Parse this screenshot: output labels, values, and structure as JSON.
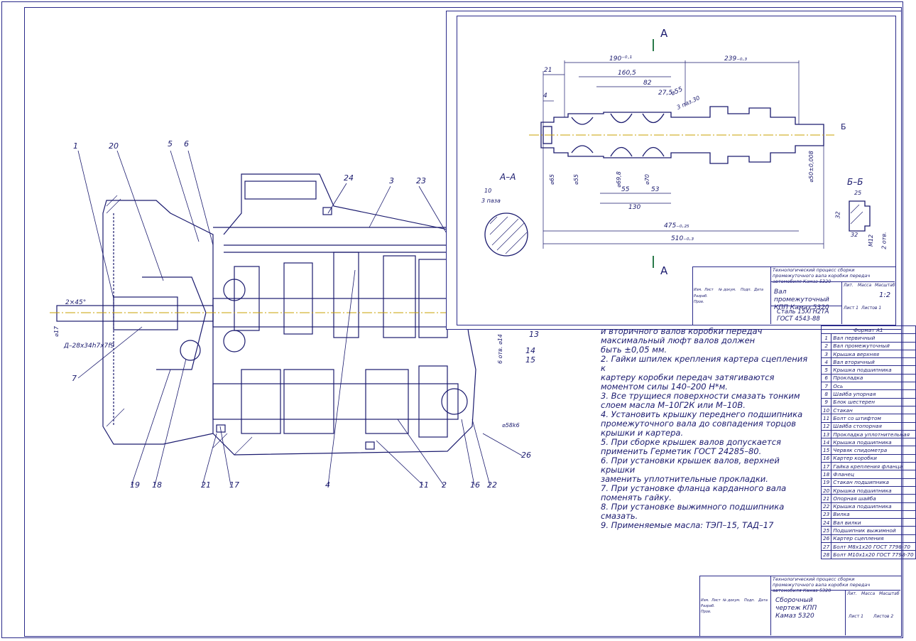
{
  "detail_sheet": {
    "section_a_label": "А",
    "section_a_title": "А–А",
    "section_b_title": "Б–Б",
    "section_b_label": "Б",
    "dims": {
      "d190": "190⁻⁰·¹",
      "d239": "239₋₀.₃",
      "d160": "160,5",
      "d82": "82",
      "d21": "21",
      "d4": "4",
      "d275": "27,5",
      "d55": "⌀55",
      "d3paz": "3 паз.30",
      "d55b": "55",
      "d53": "53",
      "d130": "130",
      "d475": "475₋₀.₂₅",
      "d510": "510₋₀.₃",
      "dia65": "⌀65",
      "dia55": "⌀55",
      "dia69": "⌀69,8",
      "dia70": "⌀70",
      "dia50": "⌀50±0,008",
      "dia10": "10",
      "d3paza": "3 паза",
      "d25": "25",
      "d32": "32",
      "d32b": "32",
      "m12": "М12",
      "d2otv": "2 отв."
    },
    "title_block": {
      "process_text": "Технологический процесс сборки промежуточного вала коробки передач автомобиля Камаз 5320",
      "part_name": "Вал промежуточный КПП Камаз 5320",
      "material": "Сталь 15ХГН2ТА ГОСТ 4543-88",
      "mass_label": "Масса",
      "scale_label": "Масштаб",
      "lit_label": "Лит.",
      "scale_value": "1:2",
      "sheet_label": "Лист 1",
      "sheets_label": "Листов 1",
      "izm": "Изм.",
      "list": "Лист",
      "ndok": "№ докум.",
      "podp": "Подп.",
      "data": "Дата",
      "razrab": "Разраб.",
      "prov": "Пров."
    }
  },
  "assembly": {
    "callouts": [
      "1",
      "20",
      "5",
      "6",
      "24",
      "3",
      "23",
      "7",
      "19",
      "18",
      "21",
      "17",
      "4",
      "11",
      "2",
      "16",
      "22",
      "26",
      "14",
      "15",
      "13"
    ],
    "dims": {
      "chamfer": "2×45°",
      "dia17": "⌀17",
      "spline": "Д–28х34h7х7f9",
      "dia58": "⌀58k6",
      "holes": "6 отв. ⌀14"
    }
  },
  "notes": [
    "и вторичного валов коробки передач",
    "  максимальный люфт валов должен",
    "  быть ±0,05 мм.",
    "2. Гайки шпилек крепления  картера сцепления к",
    "  картеру коробки передач затягиваются",
    "моментом силы 140–200 Н*м.",
    "3. Все трущиеся поверхности  смазать тонким",
    "слоем масла М–10Г2К или М–10В.",
    "4. Установить крышку переднего подшипника",
    "промежуточного вала до совпадения торцов",
    "крышки и картера.",
    "5. При сборке крышек валов допускается",
    "применить Герметик ГОСТ 24285–80.",
    "6. При установки крышек валов, верхней крышки",
    "  заменить уплотнительные прокладки.",
    "7. При установке фланца карданного вала",
    "  поменять гайку.",
    "8. При установке выжимного подшипника",
    "  смазать.",
    "9. Применяемые масла: ТЭП–15, ТАД–17"
  ],
  "spec": {
    "header": "Формат   А1",
    "rows": [
      {
        "n": "1",
        "name": "Вал первичный"
      },
      {
        "n": "2",
        "name": "Вал промежуточный"
      },
      {
        "n": "3",
        "name": "Крышка верхняя"
      },
      {
        "n": "4",
        "name": "Вал вторичный"
      },
      {
        "n": "5",
        "name": "Крышка подшипника"
      },
      {
        "n": "6",
        "name": "Прокладка"
      },
      {
        "n": "7",
        "name": "Ось"
      },
      {
        "n": "8",
        "name": "Шайба упорная"
      },
      {
        "n": "9",
        "name": "Блок шестерен"
      },
      {
        "n": "10",
        "name": "Стакан"
      },
      {
        "n": "11",
        "name": "Болт со штифтом"
      },
      {
        "n": "12",
        "name": "Шайба стопорная"
      },
      {
        "n": "13",
        "name": "Прокладка уплотнительная"
      },
      {
        "n": "14",
        "name": "Крышка подшипника"
      },
      {
        "n": "15",
        "name": "Червяк спидометра"
      },
      {
        "n": "16",
        "name": "Картер коробки"
      },
      {
        "n": "17",
        "name": "Гайка крепления фланца"
      },
      {
        "n": "18",
        "name": "Фланец"
      },
      {
        "n": "19",
        "name": "Стакан подшипника"
      },
      {
        "n": "20",
        "name": "Крышка подшипника"
      },
      {
        "n": "21",
        "name": "Опорная шайба"
      },
      {
        "n": "22",
        "name": "Крышка подшипника"
      },
      {
        "n": "23",
        "name": "Вилка"
      },
      {
        "n": "24",
        "name": "Вал вилки"
      },
      {
        "n": "25",
        "name": "Подшипник выжимной"
      },
      {
        "n": "26",
        "name": "Картер сцепления"
      },
      {
        "n": "27",
        "name": "Болт М8х1х20 ГОСТ 7798-70"
      },
      {
        "n": "28",
        "name": "Болт М10х1х20 ГОСТ 7798-70"
      }
    ]
  },
  "main_title_block": {
    "process_text": "Технологический процесс сборки промежуточного вала коробки передач автомобиля Камаз 5320",
    "drawing_name": "Сборочный чертеж КПП Камаз 5320",
    "lit_label": "Лит.",
    "mass_label": "Масса",
    "scale_label": "Масштаб",
    "sheet_label": "Лист 1",
    "sheets_label": "Листов 2",
    "izm": "Изм.",
    "list": "Лист",
    "ndok": "№ докум.",
    "podp": "Подп.",
    "data": "Дата",
    "razrab": "Разраб.",
    "prov": "Пров."
  },
  "colors": {
    "line": "#1a1a6e",
    "frame": "#2a2a8a",
    "axis": "#c8a000",
    "section": "#2a7a4a"
  }
}
